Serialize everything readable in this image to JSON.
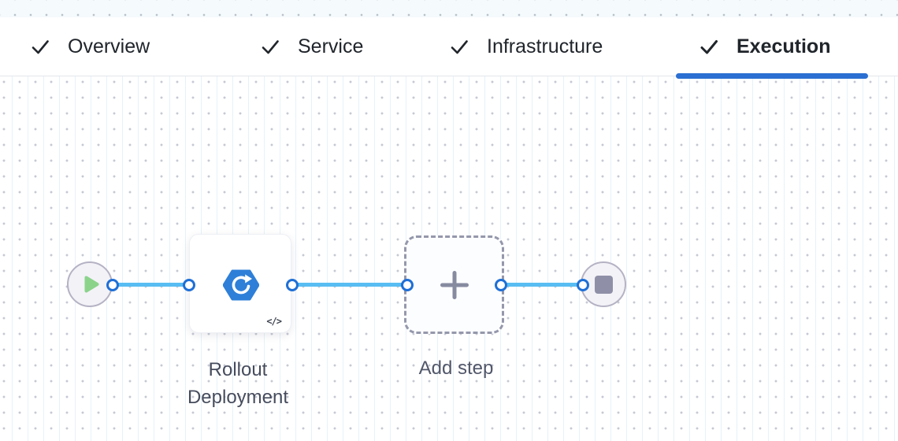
{
  "header": {
    "tabs": [
      {
        "label": "Overview",
        "state": "completed",
        "active": false
      },
      {
        "label": "Service",
        "state": "completed",
        "active": false
      },
      {
        "label": "Infrastructure",
        "state": "completed",
        "active": false
      },
      {
        "label": "Execution",
        "state": "completed",
        "active": true
      }
    ]
  },
  "pipeline": {
    "start_node": {
      "icon": "play-icon"
    },
    "steps": [
      {
        "label": "Rollout Deployment",
        "icon": "rolling-deployment-icon",
        "badge": "</>"
      },
      {
        "label": "Add step",
        "icon": "plus-icon"
      }
    ],
    "end_node": {
      "icon": "stop-icon"
    }
  },
  "colors": {
    "active_tab_underline": "#2b6fd2",
    "edge_blue": "#58bdf2",
    "port_border_blue": "#1f6fd6",
    "play_green": "#8bd38b",
    "step_icon_blue": "#2e7fd8",
    "tab_text": "#20252b"
  }
}
